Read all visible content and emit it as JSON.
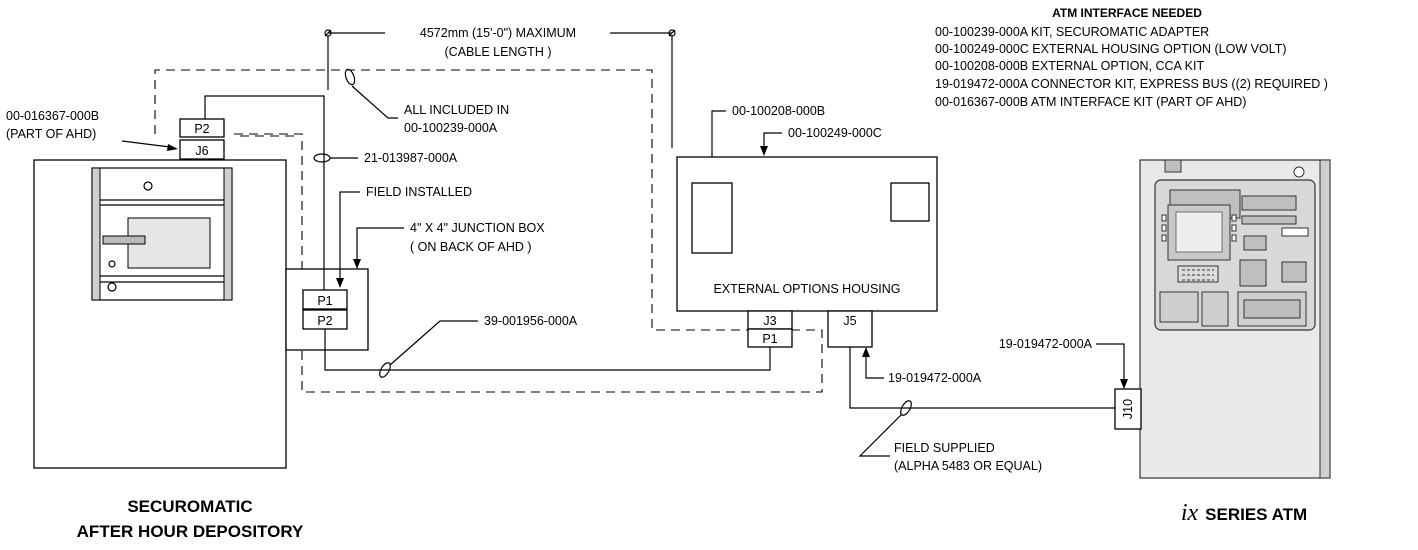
{
  "diagram": {
    "cable_length": {
      "line1": "4572mm (15'-0\") MAXIMUM",
      "line2": "(CABLE LENGTH )"
    },
    "interface_needed": {
      "heading": "ATM INTERFACE NEEDED",
      "items": [
        "00-100239-000A KIT, SECUROMATIC ADAPTER",
        "00-100249-000C EXTERNAL HOUSING OPTION (LOW VOLT)",
        "00-100208-000B EXTERNAL OPTION, CCA KIT",
        "19-019472-000A CONNECTOR KIT, EXPRESS BUS ((2) REQUIRED )",
        "00-016367-000B ATM INTERFACE KIT (PART OF AHD)"
      ]
    },
    "callouts": {
      "ahd_kit": {
        "line1": "00-016367-000B",
        "line2": "(PART OF AHD)"
      },
      "all_included": {
        "line1": "ALL INCLUDED IN",
        "line2": "00-100239-000A"
      },
      "cable_21": "21-013987-000A",
      "field_installed": "FIELD INSTALLED",
      "junction_box": {
        "line1": "4\" X 4\" JUNCTION BOX",
        "line2": "( ON BACK OF AHD )"
      },
      "cable_39": "39-001956-000A",
      "cca_kit": "00-100208-000B",
      "housing_option": "00-100249-000C",
      "connector_j5": "19-019472-000A",
      "connector_j10": "19-019472-000A",
      "field_supplied": {
        "line1": "FIELD SUPPLIED",
        "line2": "(ALPHA 5483 OR EQUAL)"
      }
    },
    "connectors": {
      "p2_top": "P2",
      "j6": "J6",
      "p1_jb": "P1",
      "p2_jb": "P2",
      "j3": "J3",
      "p1_eoh": "P1",
      "j5": "J5",
      "j10": "J10"
    },
    "housing_label": "EXTERNAL OPTIONS HOUSING",
    "securomatic": {
      "line1": "SECUROMATIC",
      "line2": "AFTER HOUR DEPOSITORY"
    },
    "atm": {
      "prefix": "ix",
      "suffix": "SERIES ATM"
    }
  }
}
